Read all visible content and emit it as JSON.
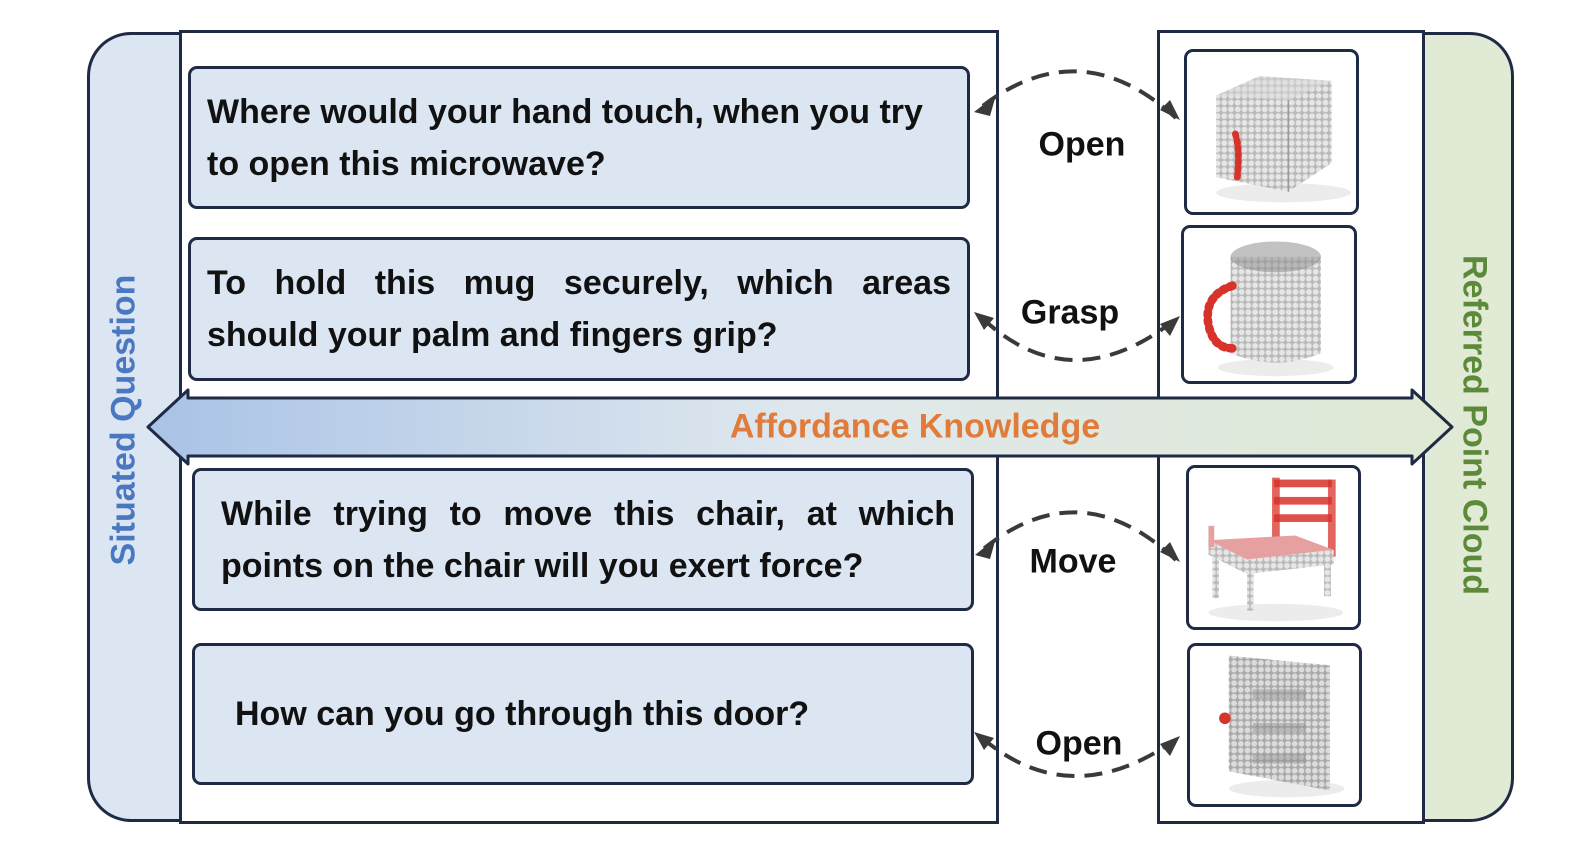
{
  "left_panel": {
    "label": "Situated Question",
    "color": "#4a78c0",
    "background": "#dce6f2"
  },
  "right_panel": {
    "label": "Referred Point Cloud",
    "color": "#5c8a3a",
    "background": "#e0ead5"
  },
  "affordance": {
    "label": "Affordance Knowledge",
    "color": "#e07b39"
  },
  "examples": [
    {
      "question": "Where would your hand touch, when you try to open this microwave?",
      "action": "Open",
      "object_icon": "microwave-pointcloud-icon"
    },
    {
      "question": "To hold this mug securely, which areas should your palm and fingers grip?",
      "action": "Grasp",
      "object_icon": "mug-pointcloud-icon"
    },
    {
      "question": "While trying to move this chair, at which points on the chair will you exert force?",
      "action": "Move",
      "object_icon": "chair-pointcloud-icon"
    },
    {
      "question": "How can you go through this door?",
      "action": "Open",
      "object_icon": "door-pointcloud-icon"
    }
  ]
}
